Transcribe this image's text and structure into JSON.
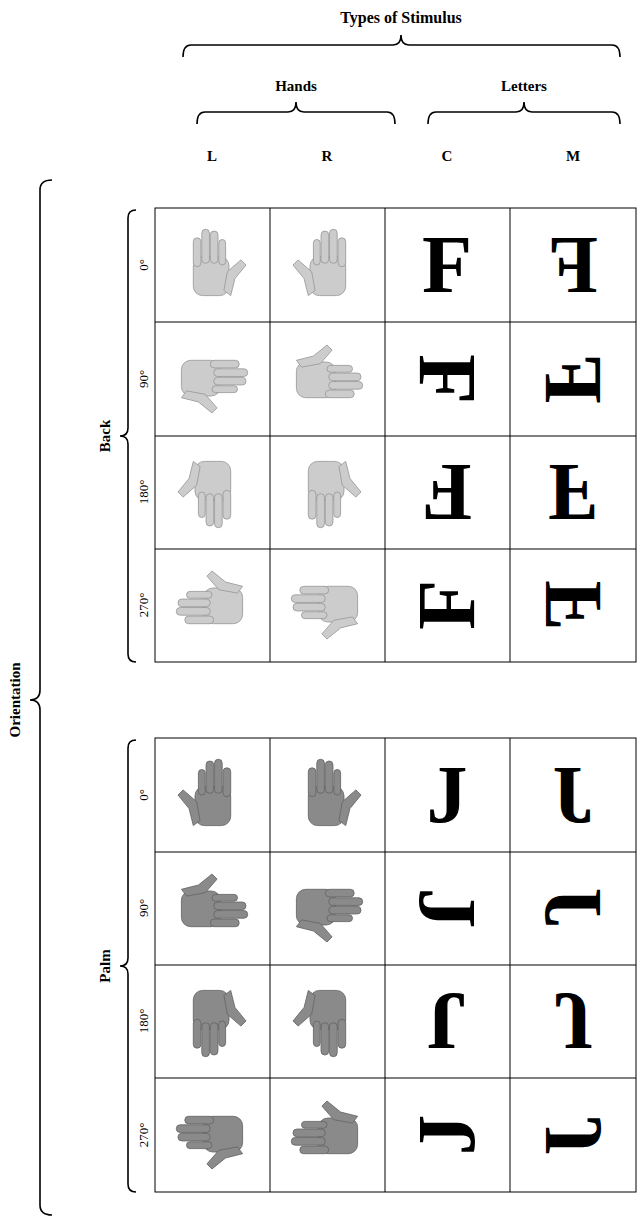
{
  "diagram": {
    "labels": [
      "Types of Stimulus",
      "Hands",
      "Letters",
      "L",
      "R",
      "C",
      "M",
      "Orientation",
      "Back",
      "0°",
      "90°",
      "180°",
      "270°",
      "Palm",
      "0°",
      "90°",
      "180°",
      "270°",
      "F",
      "F",
      "F",
      "F",
      "F",
      "F",
      "F",
      "F",
      "J",
      "J",
      "J",
      "J",
      "J",
      "J",
      "J",
      "J"
    ]
  }
}
